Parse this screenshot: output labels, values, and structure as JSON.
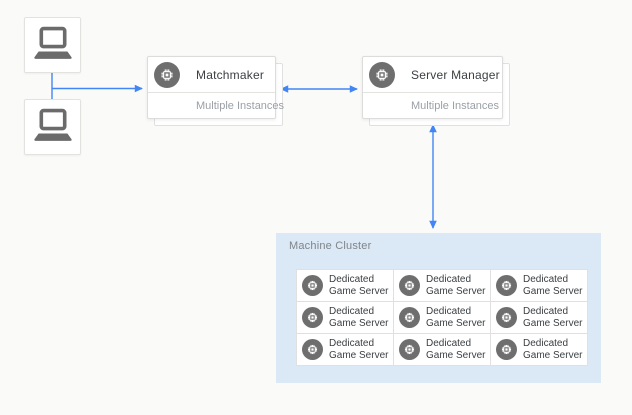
{
  "diagram": {
    "clients": {
      "icon": "laptop-icon",
      "count": 2
    },
    "nodes": {
      "matchmaker": {
        "title": "Matchmaker",
        "subtitle": "Multiple Instances",
        "icon": "chip-icon"
      },
      "server_manager": {
        "title": "Server Manager",
        "subtitle": "Multiple Instances",
        "icon": "chip-icon"
      }
    },
    "cluster": {
      "title": "Machine Cluster",
      "servers": [
        {
          "line1": "Dedicated",
          "line2": "Game Server"
        },
        {
          "line1": "Dedicated",
          "line2": "Game Server"
        },
        {
          "line1": "Dedicated",
          "line2": "Game Server"
        },
        {
          "line1": "Dedicated",
          "line2": "Game Server"
        },
        {
          "line1": "Dedicated",
          "line2": "Game Server"
        },
        {
          "line1": "Dedicated",
          "line2": "Game Server"
        },
        {
          "line1": "Dedicated",
          "line2": "Game Server"
        },
        {
          "line1": "Dedicated",
          "line2": "Game Server"
        },
        {
          "line1": "Dedicated",
          "line2": "Game Server"
        }
      ]
    },
    "connections": [
      {
        "from": "clients",
        "to": "matchmaker",
        "direction": "one-way"
      },
      {
        "from": "matchmaker",
        "to": "server_manager",
        "direction": "two-way"
      },
      {
        "from": "server_manager",
        "to": "machine_cluster",
        "direction": "two-way"
      }
    ],
    "colors": {
      "accent_blue": "#4285f4",
      "cluster_bg": "#dbe8f6",
      "icon_gray": "#6e6e6e",
      "card_border": "#e0e0e0"
    }
  }
}
